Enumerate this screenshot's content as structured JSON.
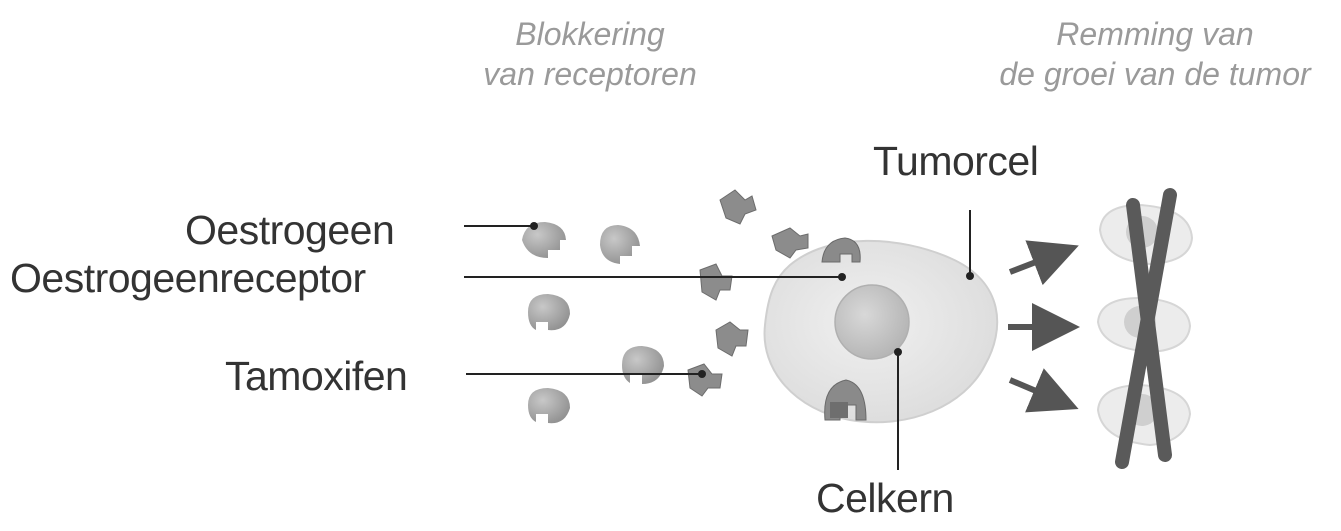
{
  "headers": {
    "blocking_line1": "Blokkering",
    "blocking_line2": "van receptoren",
    "inhibition_line1": "Remming van",
    "inhibition_line2": "de groei van de tumor"
  },
  "labels": {
    "estrogen": "Oestrogeen",
    "estrogen_receptor": "Oestrogeenreceptor",
    "tamoxifen": "Tamoxifen",
    "tumor_cell": "Tumorcel",
    "nucleus": "Celkern"
  },
  "colors": {
    "header_text": "#9a9a9a",
    "label_text": "#333333",
    "leader_line": "#222222",
    "molecule": "#9c9c9c",
    "molecule_dark": "#7a7a7a",
    "cell_fill": "#e6e6e6",
    "nucleus_fill": "#c4c4c4",
    "arrow": "#555555",
    "cross": "#5a5a5a"
  }
}
